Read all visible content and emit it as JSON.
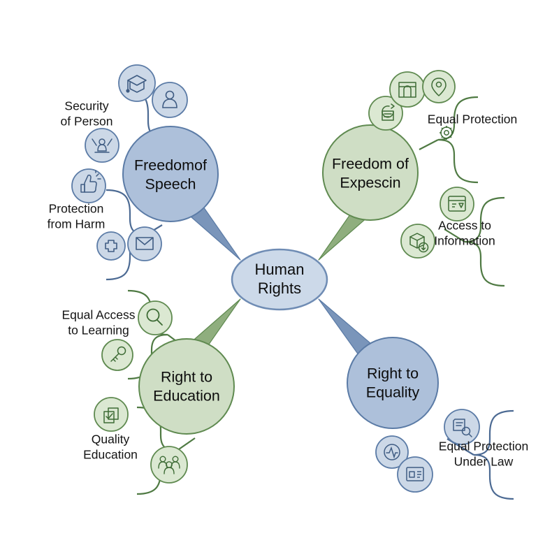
{
  "diagram": {
    "type": "mind-map",
    "title": "Human Rights Mind Map",
    "center": {
      "label_line1": "Human",
      "label_line2": "Rights",
      "fill": "#ccd9e9",
      "stroke": "#6f8cb4"
    },
    "palette": {
      "blue_fill": "#adc0da",
      "blue_stroke": "#5b7ba6",
      "green_fill": "#cfdec5",
      "green_stroke": "#5f8a50",
      "badge_blue_fill": "#ccd8e7",
      "badge_blue_stroke": "#5b7ba6",
      "badge_green_fill": "#dbe8d2",
      "badge_green_stroke": "#5f8a50",
      "text": "#0d0d0d",
      "background": "#ffffff"
    },
    "branches": [
      {
        "id": "freedom-of-speech",
        "label_line1": "Freedomof",
        "label_line2": "Speech",
        "color": "blue",
        "leaves": [
          {
            "id": "security-of-person",
            "label_line1": "Security",
            "label_line2": "of Person",
            "icons": [
              "graduation-cap-icon",
              "person-icon",
              "person-celebrating-icon"
            ]
          },
          {
            "id": "protection-from-harm",
            "label_line1": "Protection",
            "label_line2": "from Harm",
            "icons": [
              "thumbs-up-icon",
              "medical-cross-icon",
              "envelope-icon"
            ]
          }
        ]
      },
      {
        "id": "freedom-of-expescin",
        "label_line1": "Freedom of",
        "label_line2": "Expescin",
        "color": "green",
        "leaves": [
          {
            "id": "equal-protection",
            "label_line1": "Equal Protection",
            "label_line2": "",
            "icons": [
              "gateway-icon",
              "location-pin-icon",
              "document-refresh-icon",
              "gear-icon"
            ]
          },
          {
            "id": "access-to-information",
            "label_line1": "Access to",
            "label_line2": "Information",
            "icons": [
              "browser-window-icon",
              "box-download-icon"
            ]
          }
        ]
      },
      {
        "id": "right-to-education",
        "label_line1": "Right to",
        "label_line2": "Education",
        "color": "green",
        "leaves": [
          {
            "id": "equal-access-to-learning",
            "label_line1": "Equal Access",
            "label_line2": "to Learning",
            "icons": [
              "magnifier-icon",
              "key-icon"
            ]
          },
          {
            "id": "quality-education",
            "label_line1": "Quality",
            "label_line2": "Education",
            "icons": [
              "checklist-icon",
              "people-group-icon"
            ]
          }
        ]
      },
      {
        "id": "right-to-equality",
        "label_line1": "Right to",
        "label_line2": "Equality",
        "color": "blue",
        "leaves": [
          {
            "id": "equal-protection-under-law",
            "label_line1": "Equal Protection",
            "label_line2": "Under Law",
            "icons": [
              "document-search-icon",
              "pulse-chart-icon",
              "id-card-icon"
            ]
          }
        ]
      }
    ]
  }
}
